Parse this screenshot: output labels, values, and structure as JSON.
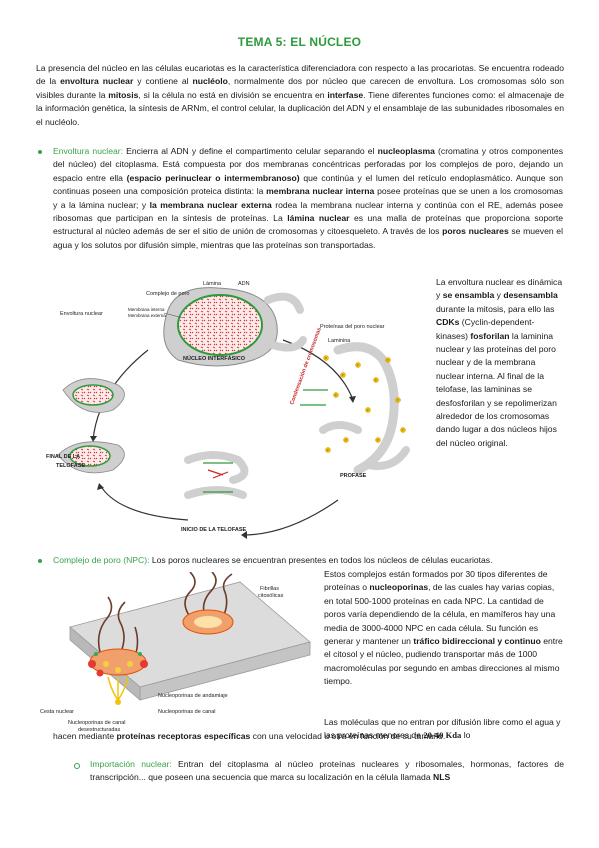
{
  "title": "TEMA 5: EL NÚCLEO",
  "intro": {
    "t1": "La presencia del núcleo en las células eucariotas es la característica diferenciadora con respecto a las procariotas. Se encuentra rodeado de la ",
    "b1": "envoltura nuclear",
    "t2": " y contiene al ",
    "b2": "nucléolo",
    "t3": ", normalmente dos por núcleo que carecen de envoltura. Los cromosomas sólo son visibles durante la ",
    "b3": "mitosis",
    "t4": ", si la célula no está en división se encuentra en ",
    "b4": "interfase",
    "t5": ". Tiene diferentes funciones como: el almacenaje de la información genética, la síntesis de ARNm, el control celular, la duplicación del ADN y el ensamblaje de las subunidades ribosomales en el nucléolo."
  },
  "envoltura": {
    "term": "Envoltura nuclear:",
    "t1": " Encierra al ADN y define el compartimento celular separando el ",
    "b1": "nucleoplasma",
    "t2": " (cromatina y otros componentes del núcleo) del citoplasma. Está compuesta por dos membranas concéntricas perforadas por los complejos de poro, dejando un espacio entre ella ",
    "b2": "(espacio perinuclear o intermembranoso)",
    "t3": " que continúa y el lumen del retículo endoplasmático. Aunque son continuas poseen una composición proteica distinta: la ",
    "b3": "membrana nuclear interna",
    "t4": " posee proteínas que se unen a los cromosomas y a la lámina nuclear; y ",
    "b4": "la membrana nuclear externa",
    "t5": " rodea la membrana nuclear interna y continúa con el RE, además posee ribosomas que participan en la síntesis de proteínas. La ",
    "b5": "lámina nuclear",
    "t6": " es una malla de proteínas que proporciona soporte estructural al núcleo además de ser el sitio de unión de cromosomas y citoesqueleto. A través de los ",
    "b6": "poros nucleares",
    "t7": " se mueven el agua y los solutos por difusión simple, mientras que las proteínas son transportadas."
  },
  "side1": {
    "t1": "La envoltura nuclear es dinámica y ",
    "b1": "se ensambla",
    "t2": " y ",
    "b2": "desensambla",
    "t3": " durante la mitosis, para ello las ",
    "b3": "CDKs",
    "t4": " (Cyclin-dependent-kinases) ",
    "b4": "fosforilan",
    "t5": " la laminina nuclear y las proteínas del poro nuclear y de la membrana nuclear interna. Al final de la telofase, las lamininas se desfosforilan y se repolimerizan alrededor de los cromosomas dando lugar a dos núcleos hijos del núcleo original."
  },
  "figure1": {
    "lamina": "Lámina",
    "adn": "ADN",
    "complejo": "Complejo de poro",
    "envoltura": "Envoltura nuclear",
    "mem_int": "Membrana interna",
    "mem_ext": "Membrana externa",
    "nucleo_interfasico": "NÚCLEO INTERFÁSICO",
    "proteinas_poro": "Proteínas del poro nuclear",
    "lamina2": "Laminina",
    "profase": "PROFASE",
    "condensacion": "Condensación de cromosomas",
    "final_telofase_1": "FINAL DE LA",
    "final_telofase_2": "TELOFASE",
    "inicio_telofase": "INICIO DE LA TELOFASE",
    "p_label": "P"
  },
  "poro": {
    "term": "Complejo de poro (NPC):",
    "t1": " Los poros nucleares se encuentran presentes en todos los núcleos de células eucariotas."
  },
  "side2": {
    "t1": "Estos complejos están formados por 30 tipos diferentes de proteínas o ",
    "b1": "nucleoporinas",
    "t2": ", de las cuales hay varias copias, en total 500-1000 proteínas en cada NPC. La cantidad de poros varía dependiendo de la célula, en mamíferos hay una media de 3000-4000 NPC en cada célula. Su función es generar y mantener un ",
    "b2": "tráfico bidireccional y continuo",
    "t3": " entre el citosol y el núcleo, pudiendo transportar más de 1000 macromoléculas por segundo en ambas direcciones al mismo tiempo."
  },
  "side3": {
    "t1": "Las moléculas que no entran por difusión libre como el agua y las proteínas menores de "
  },
  "figure2": {
    "fibrillas_1": "Fibrillas",
    "fibrillas_2": "citosólicas",
    "nup_andamiaje": "Nucleoporinas de andamiaje",
    "nup_canal": "Nucleoporinas de canal",
    "cesta": "Cesta nuclear",
    "nup_desest_1": "Nucleoporinas de canal",
    "nup_desest_2": "desestructuradas"
  },
  "side3b": {
    "kda": "20-40 Kda",
    "t2": " lo"
  },
  "cont": {
    "t1": "hacen mediante ",
    "b1": "proteínas receptoras específicas",
    "t2": " con una velocidad u otra en función de su tamaño."
  },
  "importacion": {
    "term": "Importación nuclear:",
    "t1": " Entran del citoplasma al núcleo proteínas nucleares y ribosomales, hormonas, factores de transcripción... que poseen una secuencia que marca su localización en la célula llamada ",
    "b1": "NLS"
  }
}
